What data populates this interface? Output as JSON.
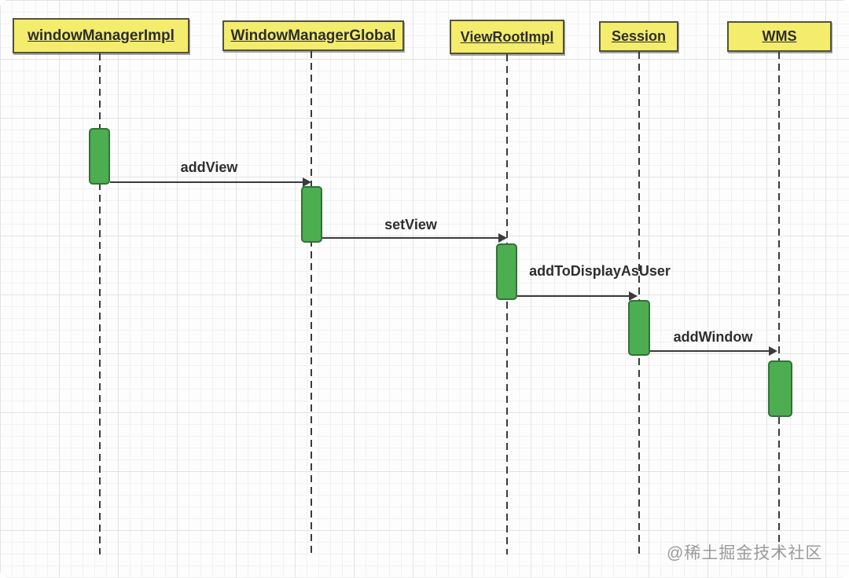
{
  "diagram": {
    "type": "uml-sequence",
    "participants": [
      {
        "label": "windowManagerImpl"
      },
      {
        "label": "WindowManagerGlobal"
      },
      {
        "label": "ViewRootImpl"
      },
      {
        "label": "Session"
      },
      {
        "label": "WMS"
      }
    ],
    "messages": [
      {
        "label": "addView",
        "from": "windowManagerImpl",
        "to": "WindowManagerGlobal"
      },
      {
        "label": "setView",
        "from": "WindowManagerGlobal",
        "to": "ViewRootImpl"
      },
      {
        "label": "addToDisplayAsUser",
        "from": "ViewRootImpl",
        "to": "Session"
      },
      {
        "label": "addWindow",
        "from": "Session",
        "to": "WMS"
      }
    ],
    "watermark": "@稀土掘金技术社区",
    "colors": {
      "participant_fill": "#f3ec6d",
      "participant_border": "#52523e",
      "activation_fill": "#4cae50",
      "activation_border": "#34703a",
      "line": "#3b3b3b",
      "watermark": "#9b9b9b"
    }
  }
}
